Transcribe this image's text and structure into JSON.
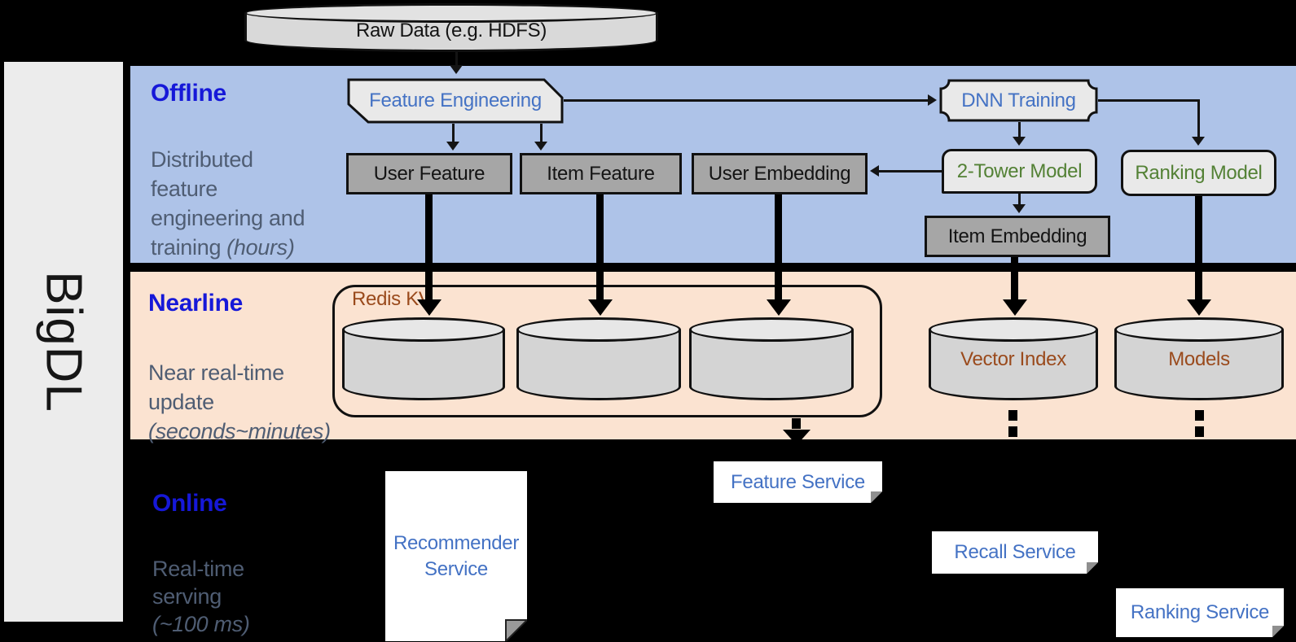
{
  "brand": {
    "name": "BigDL"
  },
  "datasource": {
    "label": "Raw Data (e.g. HDFS)"
  },
  "sections": {
    "offline": {
      "title": "Offline",
      "desc_main": "Distributed\nfeature\nengineering and\ntraining",
      "desc_note": "(hours)"
    },
    "nearline": {
      "title": "Nearline",
      "desc_main": "Near real-time\nupdate",
      "desc_note": "(seconds~minutes)"
    },
    "online": {
      "title": "Online",
      "desc_main": "Real-time\nserving",
      "desc_note": "(~100 ms)"
    }
  },
  "nodes": {
    "feature_engineering": "Feature Engineering",
    "dnn_training": "DNN Training",
    "user_feature": "User Feature",
    "item_feature": "Item Feature",
    "user_embedding": "User Embedding",
    "two_tower_model": "2-Tower Model",
    "ranking_model": "Ranking Model",
    "item_embedding": "Item Embedding",
    "redis_kv": "Redis KV",
    "vector_index": "Vector Index",
    "models": "Models",
    "recommender_service": "Recommender Service",
    "feature_service": "Feature Service",
    "recall_service": "Recall Service",
    "ranking_service": "Ranking Service"
  },
  "colors": {
    "background": "#000000",
    "offline_band": "#aec3e8",
    "nearline_band": "#fbe3d1",
    "brand_bar": "#ececec",
    "section_title": "#1618d8",
    "section_desc": "#4f5d73",
    "service_text": "#4472c4",
    "model_text": "#538135",
    "storage_text": "#9a4a1c",
    "dark_box": "#a6a6a6",
    "light_box": "#e9e9e9",
    "cylinder": "#d4d4d4"
  }
}
